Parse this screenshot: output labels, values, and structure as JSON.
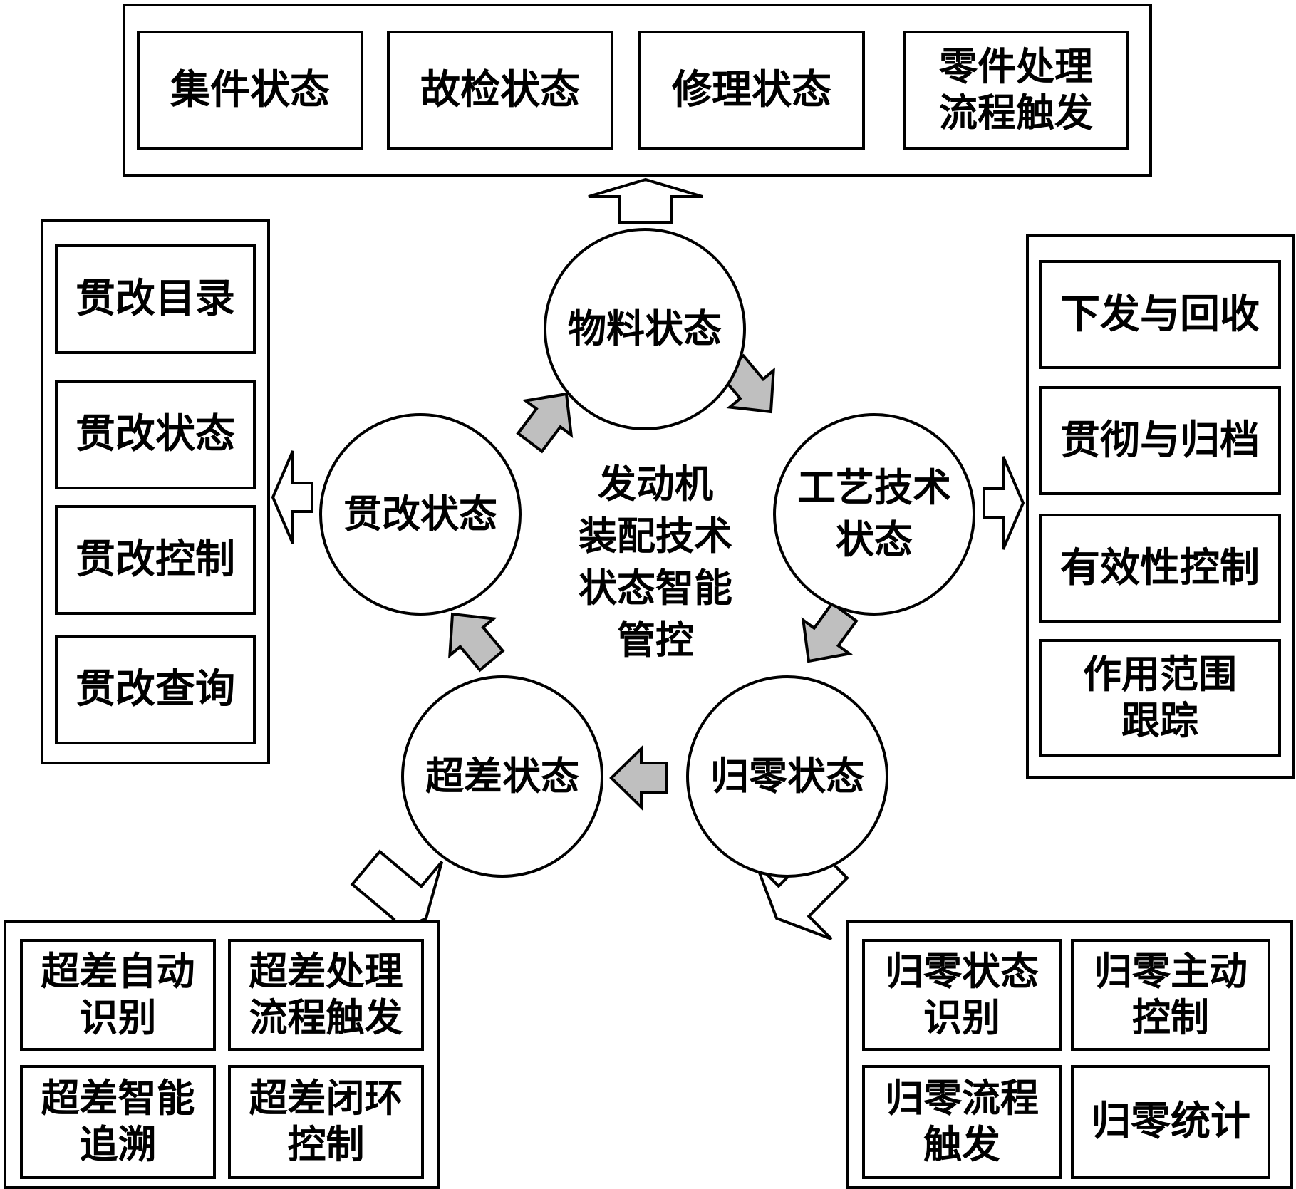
{
  "center_title": "发动机\n装配技术\n状态智能\n管控",
  "nodes": {
    "material": "物料状态",
    "process": "工艺技术\n状态",
    "zeroing": "归零状态",
    "tolerance": "超差状态",
    "implementation": "贯改状态"
  },
  "top_group": [
    "集件状态",
    "故检状态",
    "修理状态",
    "零件处理\n流程触发"
  ],
  "left_group": [
    "贯改目录",
    "贯改状态",
    "贯改控制",
    "贯改查询"
  ],
  "right_group": [
    "下发与回收",
    "贯彻与归档",
    "有效性控制",
    "作用范围\n跟踪"
  ],
  "bottom_left_group": [
    "超差自动\n识别",
    "超差处理\n流程触发",
    "超差智能\n追溯",
    "超差闭环\n控制"
  ],
  "bottom_right_group": [
    "归零状态\n识别",
    "归零主动\n控制",
    "归零流程\n触发",
    "归零统计"
  ],
  "colors": {
    "cycle_arrow_fill": "#bfbfbf",
    "outward_arrow_fill": "#ffffff",
    "stroke": "#000000"
  }
}
